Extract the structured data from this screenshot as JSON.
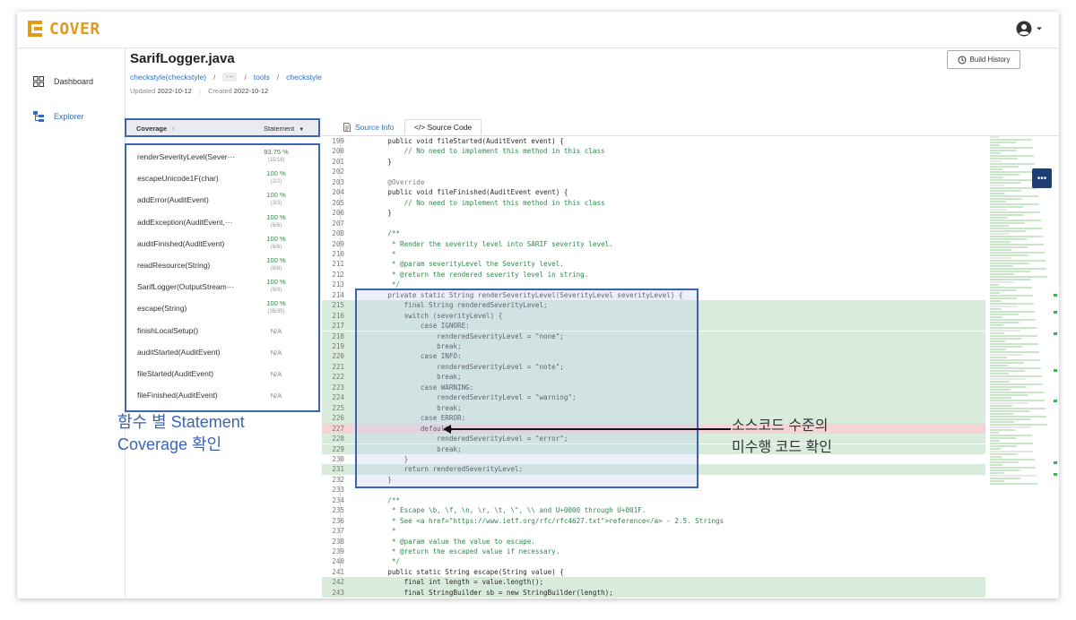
{
  "app": {
    "logo_text": "COVER"
  },
  "sidebar": {
    "items": [
      {
        "label": "Dashboard",
        "icon": "grid-icon"
      },
      {
        "label": "Explorer",
        "icon": "tree-icon"
      }
    ]
  },
  "file": {
    "title": "SarifLogger.java",
    "breadcrumb": [
      "checkstyle(checkstyle)",
      "···",
      "tools",
      "checkstyle"
    ],
    "updated_label": "Updated",
    "updated": "2022-10-12",
    "created_label": "Created",
    "created": "2022-10-12"
  },
  "build_history_label": "Build History",
  "coverage": {
    "sort_label": "Coverage",
    "type_label": "Statement",
    "rows": [
      {
        "name": "renderSeverityLevel(Sever···",
        "pct": "93.75 %",
        "frac": "(15/16)"
      },
      {
        "name": "escapeUnicode1F(char)",
        "pct": "100 %",
        "frac": "(2/2)"
      },
      {
        "name": "addError(AuditEvent)",
        "pct": "100 %",
        "frac": "(3/3)"
      },
      {
        "name": "addException(AuditEvent,···",
        "pct": "100 %",
        "frac": "(6/6)"
      },
      {
        "name": "auditFinished(AuditEvent)",
        "pct": "100 %",
        "frac": "(6/6)"
      },
      {
        "name": "readResource(String)",
        "pct": "100 %",
        "frac": "(8/8)"
      },
      {
        "name": "SarifLogger(OutputStream···",
        "pct": "100 %",
        "frac": "(9/9)"
      },
      {
        "name": "escape(String)",
        "pct": "100 %",
        "frac": "(35/35)"
      },
      {
        "name": "finishLocalSetup()",
        "pct": "N/A",
        "frac": ""
      },
      {
        "name": "auditStarted(AuditEvent)",
        "pct": "N/A",
        "frac": ""
      },
      {
        "name": "fileStarted(AuditEvent)",
        "pct": "N/A",
        "frac": ""
      },
      {
        "name": "fileFinished(AuditEvent)",
        "pct": "N/A",
        "frac": ""
      }
    ]
  },
  "tabs": [
    {
      "label": "Source Info",
      "icon": "document-icon"
    },
    {
      "label": "</> Source Code",
      "icon": ""
    }
  ],
  "annotations": {
    "left": [
      "함수 별 Statement",
      "Coverage 확인"
    ],
    "right": [
      "소스코드 수준의",
      "미수행 코드 확인"
    ]
  },
  "code_lines": [
    {
      "n": "199",
      "t": "    public void fileStarted(AuditEvent event) {",
      "s": ""
    },
    {
      "n": "200",
      "t": "        // No need to implement this method in this class",
      "s": ""
    },
    {
      "n": "201",
      "t": "    }",
      "s": ""
    },
    {
      "n": "202",
      "t": "",
      "s": ""
    },
    {
      "n": "203",
      "t": "    @Override",
      "s": ""
    },
    {
      "n": "204",
      "t": "    public void fileFinished(AuditEvent event) {",
      "s": ""
    },
    {
      "n": "205",
      "t": "        // No need to implement this method in this class",
      "s": ""
    },
    {
      "n": "206",
      "t": "    }",
      "s": ""
    },
    {
      "n": "207",
      "t": "",
      "s": ""
    },
    {
      "n": "208",
      "t": "    /**",
      "s": ""
    },
    {
      "n": "209",
      "t": "     * Render the severity level into SARIF severity level.",
      "s": ""
    },
    {
      "n": "210",
      "t": "     *",
      "s": ""
    },
    {
      "n": "211",
      "t": "     * @param severityLevel the Severity level.",
      "s": ""
    },
    {
      "n": "212",
      "t": "     * @return the rendered severity level in string.",
      "s": ""
    },
    {
      "n": "213",
      "t": "     */",
      "s": ""
    },
    {
      "n": "214",
      "t": "    private static String renderSeverityLevel(SeverityLevel severityLevel) {",
      "s": ""
    },
    {
      "n": "215",
      "t": "        final String renderedSeverityLevel;",
      "s": "cov"
    },
    {
      "n": "216",
      "t": "        switch (severityLevel) {",
      "s": "cov"
    },
    {
      "n": "217",
      "t": "            case IGNORE:",
      "s": "cov"
    },
    {
      "n": "218",
      "t": "                renderedSeverityLevel = \"none\";",
      "s": "cov"
    },
    {
      "n": "219",
      "t": "                break;",
      "s": "cov"
    },
    {
      "n": "220",
      "t": "            case INFO:",
      "s": "cov"
    },
    {
      "n": "221",
      "t": "                renderedSeverityLevel = \"note\";",
      "s": "cov"
    },
    {
      "n": "222",
      "t": "                break;",
      "s": "cov"
    },
    {
      "n": "223",
      "t": "            case WARNING:",
      "s": "cov"
    },
    {
      "n": "224",
      "t": "                renderedSeverityLevel = \"warning\";",
      "s": "cov"
    },
    {
      "n": "225",
      "t": "                break;",
      "s": "cov"
    },
    {
      "n": "226",
      "t": "            case ERROR:",
      "s": "cov"
    },
    {
      "n": "227",
      "t": "            default:",
      "s": "miss"
    },
    {
      "n": "228",
      "t": "                renderedSeverityLevel = \"error\";",
      "s": "cov"
    },
    {
      "n": "229",
      "t": "                break;",
      "s": "cov"
    },
    {
      "n": "230",
      "t": "        }",
      "s": ""
    },
    {
      "n": "231",
      "t": "        return renderedSeverityLevel;",
      "s": "cov"
    },
    {
      "n": "232",
      "t": "    }",
      "s": ""
    },
    {
      "n": "233",
      "t": "",
      "s": ""
    },
    {
      "n": "234",
      "t": "    /**",
      "s": ""
    },
    {
      "n": "235",
      "t": "     * Escape \\b, \\f, \\n, \\r, \\t, \\\", \\\\ and U+0000 through U+001F.",
      "s": ""
    },
    {
      "n": "236",
      "t": "     * See <a href=\"https://www.ietf.org/rfc/rfc4627.txt\">reference</a> - 2.5. Strings",
      "s": ""
    },
    {
      "n": "237",
      "t": "     *",
      "s": ""
    },
    {
      "n": "238",
      "t": "     * @param value the value to escape.",
      "s": ""
    },
    {
      "n": "239",
      "t": "     * @return the escaped value if necessary.",
      "s": ""
    },
    {
      "n": "240",
      "t": "     */",
      "s": ""
    },
    {
      "n": "241",
      "t": "    public static String escape(String value) {",
      "s": ""
    },
    {
      "n": "242",
      "t": "        final int length = value.length();",
      "s": "cov"
    },
    {
      "n": "243",
      "t": "        final StringBuilder sb = new StringBuilder(length);",
      "s": "cov"
    }
  ]
}
